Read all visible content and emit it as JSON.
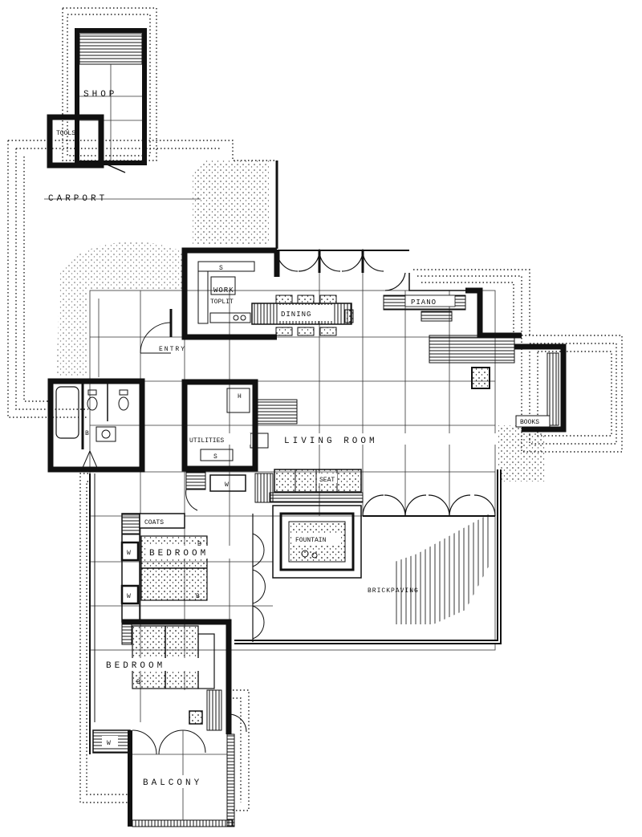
{
  "rooms": {
    "shop": "SHOP",
    "tools": "TOOLS",
    "carport": "CARPORT",
    "work": "WORK",
    "toplit": "TOPLIT",
    "dining": "DINING",
    "piano": "PIANO",
    "entry": "ENTRY",
    "books": "BOOKS",
    "utilities": "UTILITIES",
    "living_room": "LIVING ROOM",
    "seat": "SEAT",
    "coats": "COATS",
    "bedroom_upper": "BEDROOM",
    "fountain": "FOUNTAIN",
    "brick_paving": "BRICKPAVING",
    "bedroom_lower": "BEDROOM",
    "balcony": "BALCONY"
  },
  "fixtures": {
    "sink_kitchen": "S",
    "sink_utility": "S",
    "h_utility": "H",
    "bath_b": "B",
    "wardrobe_1": "W",
    "wardrobe_2": "W",
    "wardrobe_3": "W",
    "wardrobe_4": "W",
    "bed_b_1": "B",
    "bed_b_2": "B",
    "bed_b_3": "B"
  }
}
